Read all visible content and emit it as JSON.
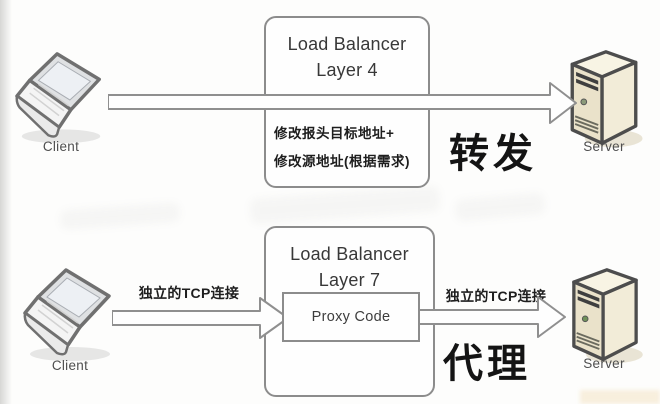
{
  "colors": {
    "background": "#fdfdfc",
    "box_border": "#8c8c8c",
    "arrow_outline": "#8f8f8f",
    "arrow_fill": "#fefefe",
    "title_text": "#383838",
    "cjk_text": "#1e1e1e",
    "mode_text": "#141414",
    "caption_text": "#4e4e4e",
    "server_body": "#efe8d2",
    "laptop_body": "#f2f2f2"
  },
  "top_flow": {
    "client_label": "Client",
    "balancer_title_line1": "Load Balancer",
    "balancer_title_line2": "Layer 4",
    "note_line1": "修改报头目标地址+",
    "note_line2": "修改源地址(根据需求)",
    "mode_label": "转发",
    "server_label": "Server"
  },
  "bottom_flow": {
    "client_label": "Client",
    "balancer_title_line1": "Load Balancer",
    "balancer_title_line2": "Layer 7",
    "proxy_label": "Proxy Code",
    "left_arrow_label": "独立的TCP连接",
    "right_arrow_label": "独立的TCP连接",
    "mode_label": "代理",
    "server_label": "Server"
  }
}
